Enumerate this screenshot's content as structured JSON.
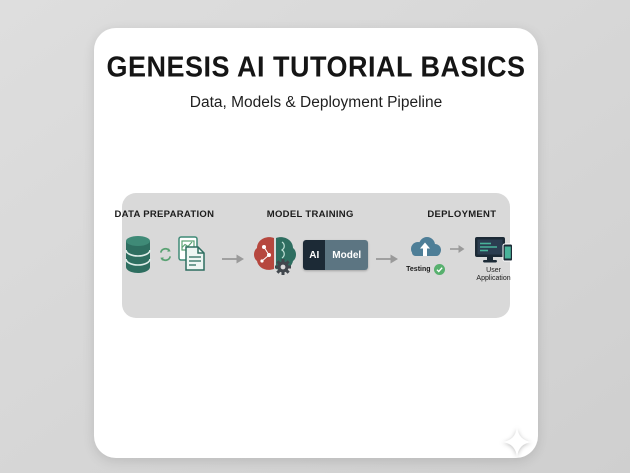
{
  "slide": {
    "title": "GENESIS AI TUTORIAL BASICS",
    "subtitle": "Data, Models & Deployment Pipeline"
  },
  "pipeline": {
    "stages": [
      {
        "label": "DATA PREPARATION"
      },
      {
        "label": "MODEL TRAINING"
      },
      {
        "label": "DEPLOYMENT"
      }
    ],
    "ai_model": {
      "left": "AI",
      "right": "Model"
    },
    "testing_label": "Testing",
    "user_application_label": "User Application"
  },
  "colors": {
    "background": "#d8d8d8",
    "card": "#ffffff",
    "band": "#d9d9d9",
    "teal_dark": "#2e6e60",
    "teal_light": "#3f8a77",
    "red": "#b6473e",
    "navy": "#1c2a36",
    "slate": "#5c7582",
    "cloud_blue": "#4e7e97",
    "check_green": "#57b06e",
    "arrow_gray": "#9a9a9a",
    "title_text": "#151515"
  }
}
